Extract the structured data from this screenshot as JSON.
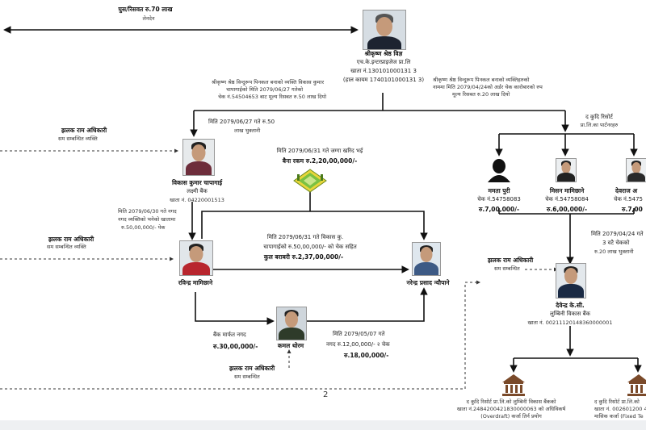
{
  "colors": {
    "line": "#111111",
    "dashed": "#333333",
    "bank_roof": "#7a4a2a",
    "diamond_green": "#7ac142",
    "diamond_yellow": "#e8d63a"
  },
  "top_bribe": {
    "title": "घुस/रिसवत रु.70 लाख",
    "sub": "लेनदेन"
  },
  "shreekrishna": {
    "name": "श्रीकृष्ण श्रेष्ठ विज्ञ",
    "company": "एच.के.इन्टरप्राइजेज प्रा.लि",
    "account": "खाता नं.130101000131 3",
    "account_note": "(हाल कायम 1740101000131 3)"
  },
  "left_branch_note": [
    "श्रीकृष्ण श्रेष्ठ विन्दुरूप पिनकल बनाको व्यक्ति विकास कुमार",
    "चापागाईको मिति 2079/06/27 गतेको",
    "चेक नं.54504653 बाट मूल्य रिसबत रु.50 लाख दियो"
  ],
  "right_branch_note": [
    "श्रीकृष्ण श्रेष्ठ विन्दुरूप पिनकल बनाको व्यक्तिहरुको",
    "नाममा मिति 2079/04/24को अर्डर चेक कारोबारको रुप",
    "मूल्य रिसबत रु.20 लाख दियो"
  ],
  "date_0627": {
    "date": "मिति 2079/06/27 गते रु.50",
    "sub": "लाख भुक्तानी"
  },
  "jhalak_1": {
    "name": "झलक राम अधिकारी",
    "role": "सम सम्बन्धित व्यक्ति"
  },
  "bikash": {
    "name": "विकास कुमार चापागाई",
    "bank": "लक्ष्मी बैंक",
    "account": "खाता नं. 04220001513"
  },
  "gold": {
    "line1": "मिति 2079/06/31 गते जग्गा खरिद भई",
    "line2": "बैना रकम रु.2,20,00,000/-"
  },
  "cash_0630": {
    "line1": "मिति 2079/06/30 गते नगद",
    "line2": "नगद व्यक्तिको भनेको खातामा",
    "line3": "रु.50,00,000/- पेक"
  },
  "jhalak_2": {
    "name": "झलक राम अधिकारी",
    "role": "सम सम्बन्धित व्यक्ति"
  },
  "rabindra": {
    "name": "रविन्द्र मामिछाने"
  },
  "mid_transfer": {
    "line1": "मिति 2079/06/31 गते विकास कु.",
    "line2": "चापागाईको रु.50,00,000/- को चेक सहित",
    "line3": "कुल बराबरी रु.2,37,00,000/-"
  },
  "narendra": {
    "name": "नरेन्द्र प्रसाद न्यौपाने"
  },
  "sabin": {
    "name": "कमल थोरम"
  },
  "bank_cash": {
    "line1": "बैंक मार्फत नगद",
    "amount": "रु.30,00,000/-"
  },
  "date_0507": {
    "line1": "मिति 2079/05/07 गते",
    "line2": "नगद रु.12,00,000/- २ चेक",
    "amount": "रु.18,00,000/-"
  },
  "jhalak_3": {
    "name": "झलक राम अधिकारी",
    "role": "सम सम्बन्धित"
  },
  "d_qudi": {
    "line1": "द कुदि रिसोर्ट",
    "line2": "प्रा.लि.का पार्टनरहरु"
  },
  "mamata": {
    "name": "ममता पुरी",
    "cheque": "चेक नं.54758083",
    "amount": "रु.7,00,000/-"
  },
  "misan": {
    "name": "मिसन मामिछाने",
    "cheque": "चेक नं.54758084",
    "amount": "रु.6,00,000/-"
  },
  "devraj": {
    "name": "देवराज अ",
    "cheque": "चेक नं.5475",
    "amount": "रु.7,00"
  },
  "date_0424": {
    "line1": "मिति 2079/04/24 गते",
    "line2": "3 वटै चेकको",
    "line3": "रु.20 लाख भुक्तानी"
  },
  "jhalak_4": {
    "name": "झलक राम अधिकारी",
    "role": "सम सम्बन्धित"
  },
  "devendra": {
    "name": "देवेन्द्र के.सी.",
    "bank": "लुम्बिनी विकास बैंक",
    "account": "खाता नं. 00211120148360000001"
  },
  "bank_1": {
    "line1": "द कुदि रिसोर्ट प्रा.लि.को लुम्बिनी विकास बैंकको",
    "line2": "खाता नं.2484200421830000063 को अधिविकर्ष",
    "line3": "(Overdraft) कर्जा तिर्न प्रयोग"
  },
  "bank_2": {
    "line1": "द कुदि रिसोर्ट प्रा.लि.को",
    "line2": "खाता नं. 002601200 4",
    "line3": "मासिक कर्जा (Fixed Te"
  },
  "page_number": "2"
}
